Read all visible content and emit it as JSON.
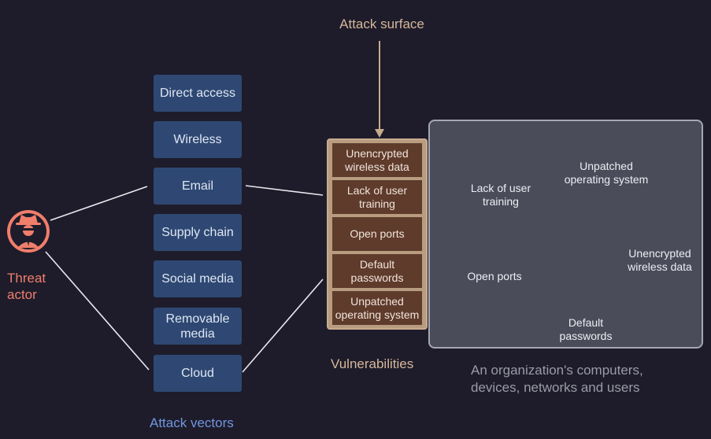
{
  "threat_actor": {
    "label": "Threat\nactor",
    "icon": "spy-icon",
    "color": "#f07e6b"
  },
  "attack_vectors": {
    "caption": "Attack vectors",
    "items": [
      "Direct access",
      "Wireless",
      "Email",
      "Supply chain",
      "Social media",
      "Removable\nmedia",
      "Cloud"
    ]
  },
  "attack_surface": {
    "label": "Attack surface"
  },
  "vulnerabilities": {
    "caption": "Vulnerabilities",
    "items": [
      "Unencrypted\nwireless data",
      "Lack of user\ntraining",
      "Open ports",
      "Default\npasswords",
      "Unpatched\noperating system"
    ]
  },
  "organization": {
    "caption": "An organization's computers,\ndevices, networks and users",
    "labels": {
      "users": "Lack of user\ntraining",
      "laptop": "Unpatched\noperating system",
      "server": "Open ports",
      "router": "Unencrypted\nwireless data",
      "camera": "Default\npasswords"
    },
    "icons": [
      "users-icon",
      "laptop-icon",
      "router-icon",
      "wifi-router-icon",
      "server-icon",
      "security-camera-icon"
    ]
  },
  "colors": {
    "background": "#1e1c2b",
    "vector_box": "#2e4873",
    "vulnerability_cell": "#5f3b2c",
    "org_panel": "#4b4c5a",
    "threat": "#f07e6b"
  }
}
